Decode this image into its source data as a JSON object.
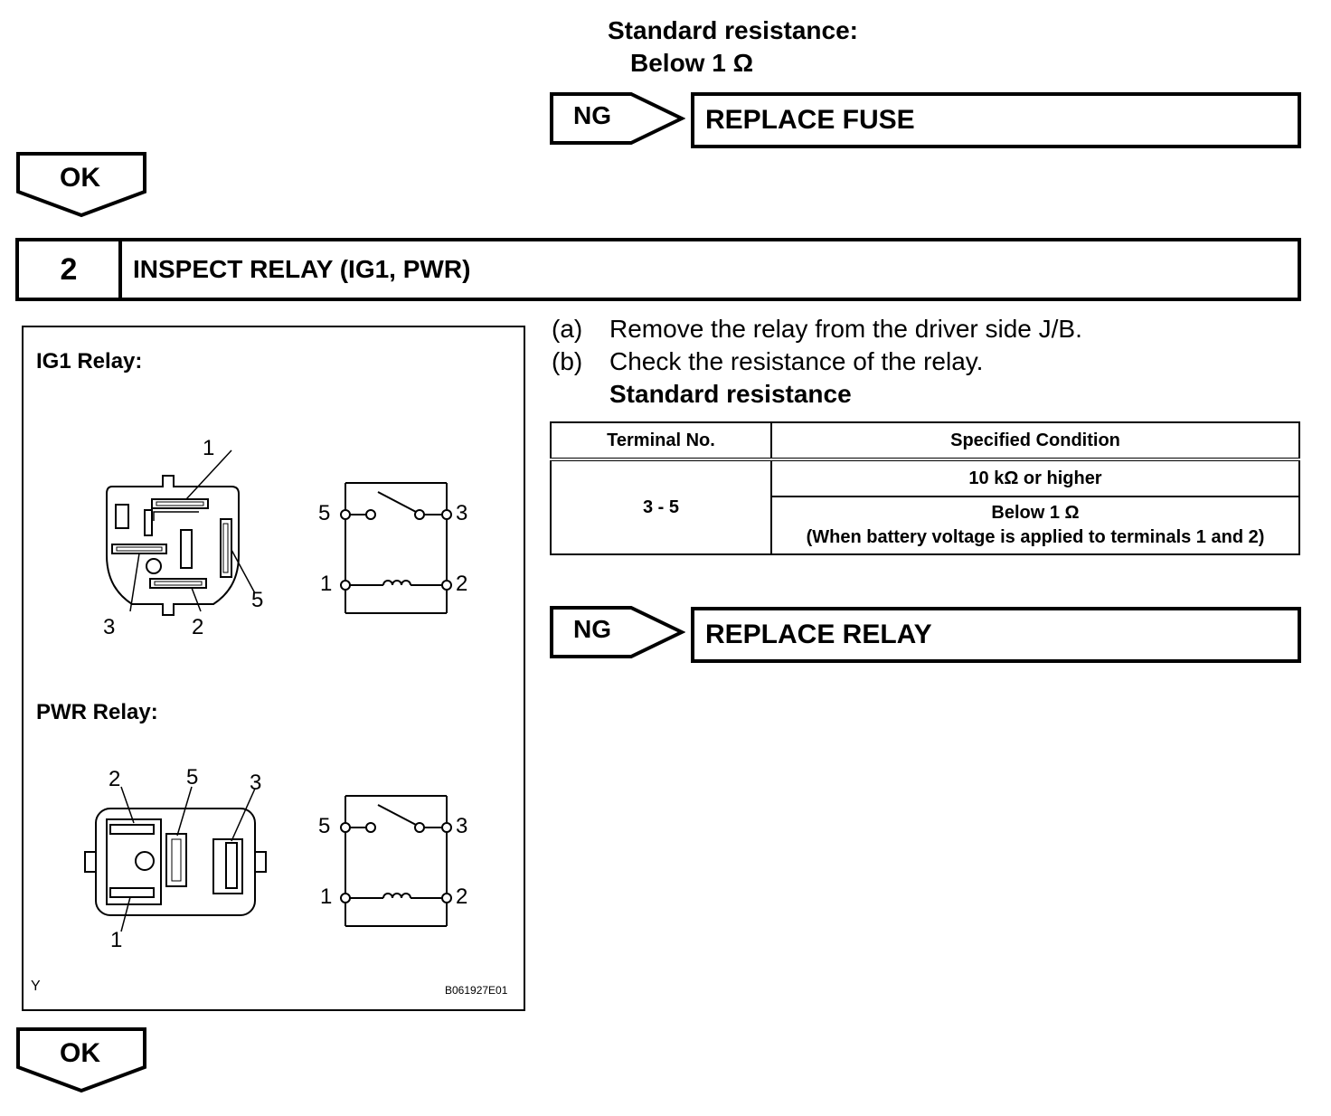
{
  "top": {
    "heading": "Standard resistance:",
    "value": "Below 1 Ω",
    "ng_label": "NG",
    "action": "REPLACE FUSE",
    "ok_label": "OK"
  },
  "step": {
    "number": "2",
    "title": "INSPECT RELAY (IG1, PWR)"
  },
  "figure": {
    "ig1_label": "IG1 Relay:",
    "pwr_label": "PWR Relay:",
    "corner_mark": "Y",
    "code": "B061927E01",
    "ig1_pins": {
      "p1": "1",
      "p2": "2",
      "p3": "3",
      "p5": "5"
    },
    "ig1_schem": {
      "t5": "5",
      "t3": "3",
      "t1": "1",
      "t2": "2"
    },
    "pwr_pins": {
      "p1": "1",
      "p2": "2",
      "p3": "3",
      "p5": "5"
    },
    "pwr_schem": {
      "t5": "5",
      "t3": "3",
      "t1": "1",
      "t2": "2"
    }
  },
  "instructions": {
    "a_label": "(a)",
    "a_text": "Remove the relay from the driver side J/B.",
    "b_label": "(b)",
    "b_text": "Check the resistance of the relay.",
    "sub_heading": "Standard resistance"
  },
  "table": {
    "col_terminal": "Terminal No.",
    "col_condition": "Specified Condition",
    "terminal": "3 - 5",
    "cond1": "10 kΩ or higher",
    "cond2_line1": "Below 1 Ω",
    "cond2_line2": "(When battery voltage is applied to terminals 1 and 2)"
  },
  "bottom": {
    "ng_label": "NG",
    "action": "REPLACE RELAY",
    "ok_label": "OK"
  }
}
